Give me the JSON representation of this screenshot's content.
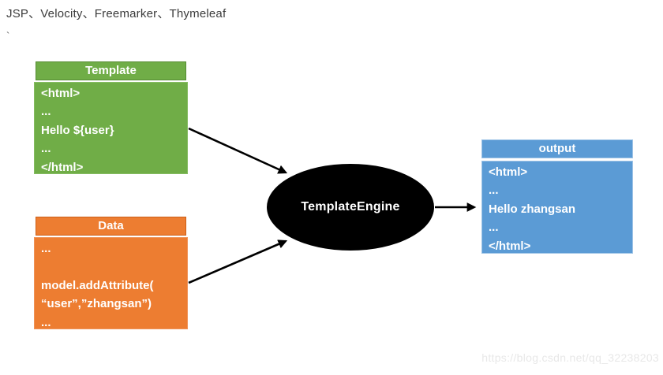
{
  "title": "JSP、Velocity、Freemarker、Thymeleaf",
  "stray_mark": "`",
  "diagram": {
    "template_box": {
      "header": "Template",
      "lines": [
        "<html>",
        "...",
        "Hello ${user}",
        "...",
        "</html>"
      ]
    },
    "data_box": {
      "header": "Data",
      "lines": [
        "...",
        "",
        "model.addAttribute(",
        "“user”,”zhangsan”)",
        "..."
      ]
    },
    "engine": {
      "label": "TemplateEngine"
    },
    "output_box": {
      "header": "output",
      "lines": [
        "<html>",
        "...",
        "Hello zhangsan",
        "...",
        "</html>"
      ]
    },
    "arrows": [
      {
        "name": "template-to-engine",
        "from": "Template",
        "to": "TemplateEngine"
      },
      {
        "name": "data-to-engine",
        "from": "Data",
        "to": "TemplateEngine"
      },
      {
        "name": "engine-to-output",
        "from": "TemplateEngine",
        "to": "output"
      }
    ]
  },
  "colors": {
    "green": "#70AD47",
    "orange": "#ED7D31",
    "blue": "#5B9BD5",
    "engine_fill": "#000000",
    "arrow": "#000000",
    "box_text": "#FFFFFF",
    "title_text": "#3B3B3B",
    "watermark_text": "#E8E8E8"
  },
  "watermark": "https://blog.csdn.net/qq_32238203"
}
